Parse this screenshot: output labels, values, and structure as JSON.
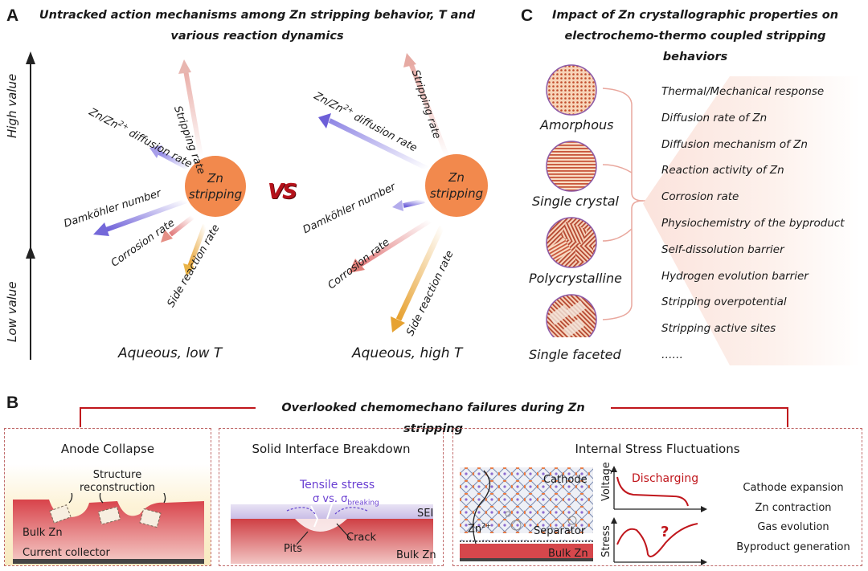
{
  "panelA": {
    "letter": "A",
    "title_line1": "Untracked action mechanisms among Zn stripping behavior, T and",
    "title_line2": "various reaction dynamics",
    "axis_high": "High value",
    "axis_low": "Low value",
    "zn_line1": "Zn",
    "zn_line2": "stripping",
    "vs": "VS",
    "vectors": {
      "stripping_rate": "Stripping rate",
      "diffusion_rate_prefix": "Zn/Zn",
      "diffusion_rate_sup": "2+",
      "diffusion_rate_suffix": " diffusion rate",
      "damkohler": "Damköhler number",
      "corrosion_rate": "Corrosion rate",
      "side_reaction_rate": "Side reaction rate"
    },
    "caption_low": "Aqueous, low T",
    "caption_high": "Aqueous, high T"
  },
  "panelC": {
    "letter": "C",
    "title_line1": "Impact of Zn crystallographic properties on",
    "title_line2": "electrochemo-thermo coupled stripping behaviors",
    "crystals": [
      "Amorphous",
      "Single crystal",
      "Polycrystalline",
      "Single faceted"
    ],
    "properties": [
      "Thermal/Mechanical response",
      "Diffusion rate of Zn",
      "Diffusion mechanism of Zn",
      "Reaction activity of Zn",
      "Corrosion rate",
      "Physiochemistry of the byproduct",
      "Self-dissolution barrier",
      "Hydrogen evolution barrier",
      "Stripping overpotential",
      "Stripping active sites",
      "……"
    ]
  },
  "panelB": {
    "letter": "B",
    "title": "Overlooked chemomechano failures during Zn stripping",
    "anode": {
      "title": "Anode Collapse",
      "structure": "Structure",
      "reconstruction": "reconstruction",
      "bulk": "Bulk Zn",
      "collector": "Current collector"
    },
    "interface": {
      "title": "Solid Interface Breakdown",
      "tensile": "Tensile stress",
      "sigma_prefix": "σ vs. σ",
      "sigma_sub": "breaking",
      "sei": "SEI",
      "pits": "Pits",
      "crack": "Crack",
      "bulk": "Bulk Zn"
    },
    "stress": {
      "title": "Internal Stress Fluctuations",
      "cathode": "Cathode",
      "zn_ion": "Zn",
      "zn_ion_sup": "2+",
      "separator": "Separator",
      "bulk": "Bulk Zn",
      "voltage": "Voltage",
      "stress_axis": "Stress",
      "discharging": "Discharging",
      "question": "?",
      "effects": [
        "Cathode expansion",
        "Zn contraction",
        "Gas evolution",
        "Byproduct generation"
      ]
    }
  },
  "colors": {
    "zn_circle": "#f2894d",
    "accent_red": "#c0161c",
    "purple": "#7a5ad6",
    "arrow_pink": "#e58f80",
    "arrow_yellow": "#e9b33c"
  }
}
